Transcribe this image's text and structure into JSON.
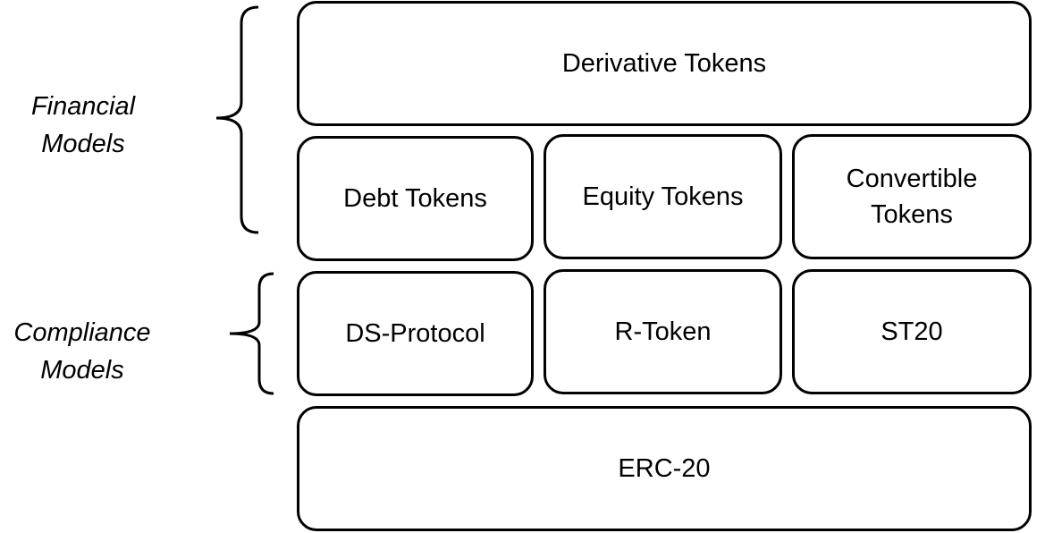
{
  "side_labels": {
    "financial": "Financial\nModels",
    "compliance": "Compliance\nModels"
  },
  "layers": {
    "derivative": "Derivative Tokens",
    "debt": "Debt Tokens",
    "equity": "Equity Tokens",
    "convertible": "Convertible\nTokens",
    "ds_protocol": "DS-Protocol",
    "r_token": "R-Token",
    "st20": "ST20",
    "erc20": "ERC-20"
  }
}
